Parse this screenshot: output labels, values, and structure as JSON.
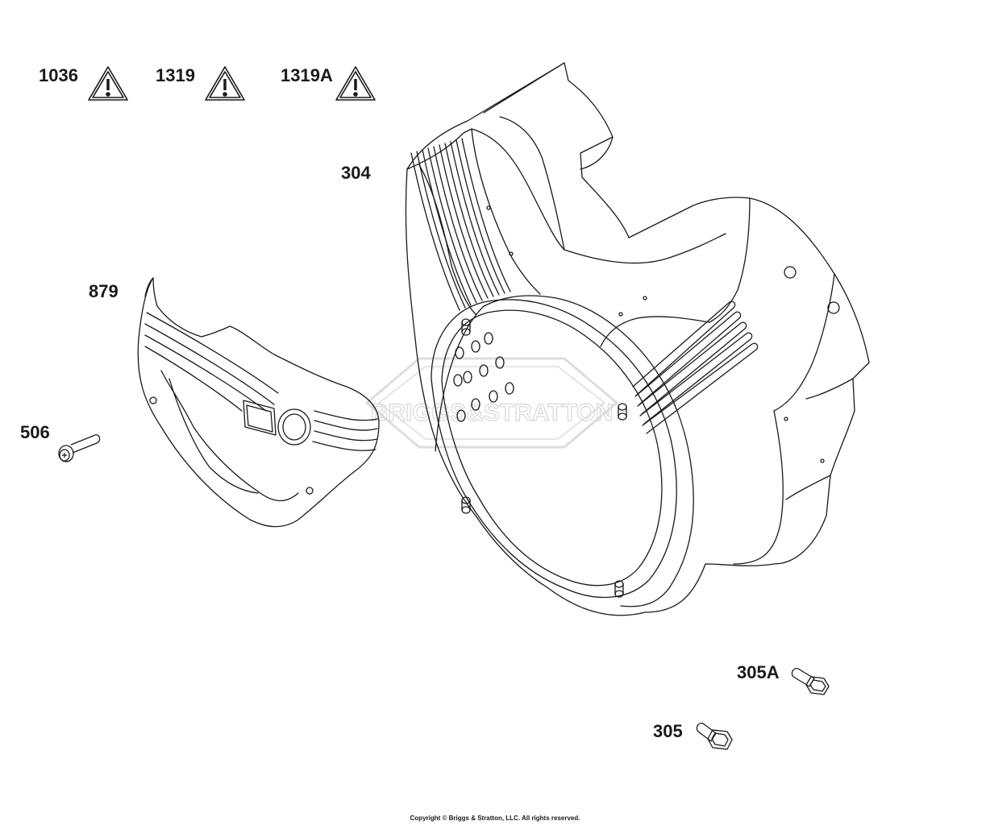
{
  "parts": [
    {
      "id": "1036",
      "label": "1036",
      "icon": "warning-icon"
    },
    {
      "id": "1319",
      "label": "1319",
      "icon": "warning-icon"
    },
    {
      "id": "1319A",
      "label": "1319A",
      "icon": "warning-icon"
    },
    {
      "id": "304",
      "label": "304"
    },
    {
      "id": "879",
      "label": "879"
    },
    {
      "id": "506",
      "label": "506"
    },
    {
      "id": "305A",
      "label": "305A"
    },
    {
      "id": "305",
      "label": "305"
    }
  ],
  "watermark": {
    "text": "BRIGGS&STRATTON"
  },
  "footer": {
    "copyright": "Copyright © Briggs & Stratton, LLC. All rights reserved."
  },
  "colors": {
    "line": "#1a1a1a",
    "watermark": "#dddddd"
  }
}
